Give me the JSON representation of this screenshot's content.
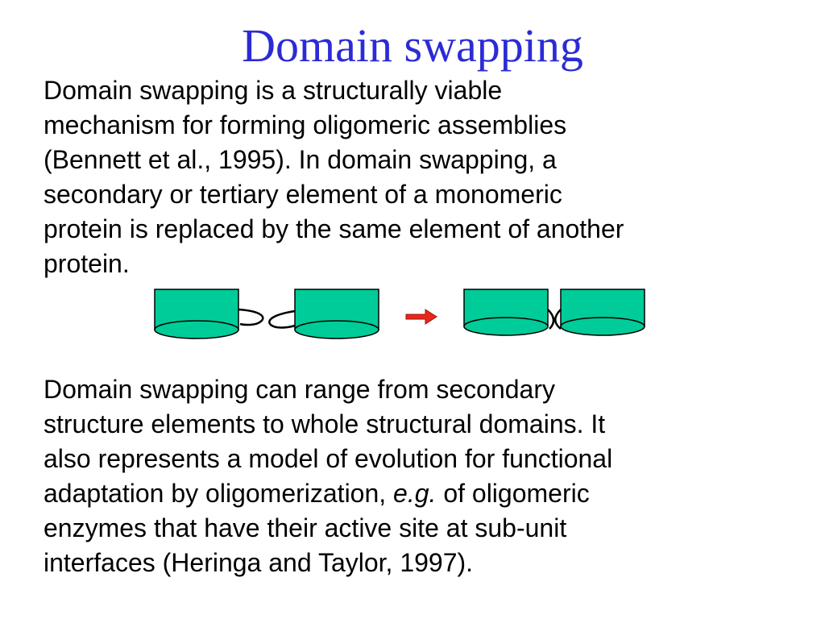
{
  "slide": {
    "title": "Domain swapping",
    "paragraph1_lines": [
      "Domain swapping is a structurally viable",
      "mechanism for forming oligomeric assemblies",
      "(Bennett et al., 1995). In domain swapping, a",
      "secondary or tertiary element of a monomeric",
      "protein is replaced by the same element of another",
      "protein."
    ],
    "paragraph2": {
      "line1": "Domain swapping can range from secondary",
      "line2": "structure elements to whole structural domains. It",
      "line3": "also represents a model of evolution for functional",
      "line4_before": "adaptation by oligomerization, ",
      "line4_italic": "e.g.",
      "line4_after": " of oligomeric",
      "line5": "enzymes that have their active site at sub-unit",
      "line6": "interfaces (Heringa and Taylor, 1997)."
    }
  },
  "colors": {
    "title": "#2b2bd6",
    "domain_fill": "#00cc99",
    "arrow": "#e8271b"
  },
  "icons": {
    "domain_shapes": "cylinder",
    "transition": "right-arrow"
  }
}
